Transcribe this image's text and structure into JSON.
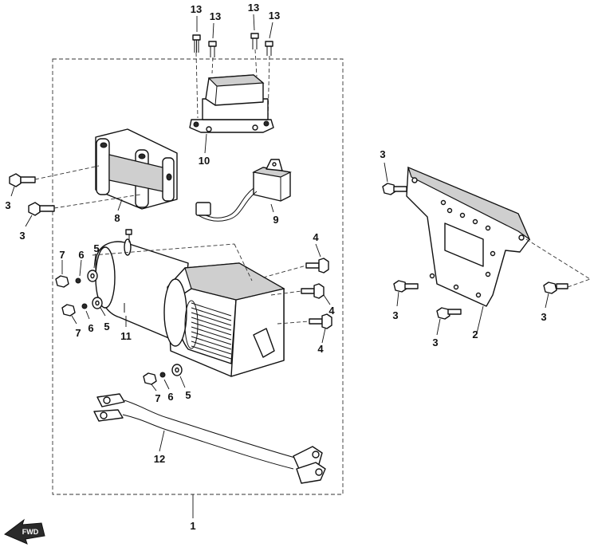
{
  "callouts": {
    "c1": "1",
    "c2": "2",
    "c3a": "3",
    "c3b": "3",
    "c3c": "3",
    "c3d": "3",
    "c3e": "3",
    "c3f": "3",
    "c4a": "4",
    "c4b": "4",
    "c4c": "4",
    "c5a": "5",
    "c5b": "5",
    "c5c": "5",
    "c6a": "6",
    "c6b": "6",
    "c6c": "6",
    "c7a": "7",
    "c7b": "7",
    "c7c": "7",
    "c8": "8",
    "c9": "9",
    "c10": "10",
    "c11": "11",
    "c12": "12",
    "c13a": "13",
    "c13b": "13",
    "c13c": "13",
    "c13d": "13"
  },
  "fwd_label": "FWD",
  "colors": {
    "line": "#111111",
    "background": "#ffffff"
  }
}
